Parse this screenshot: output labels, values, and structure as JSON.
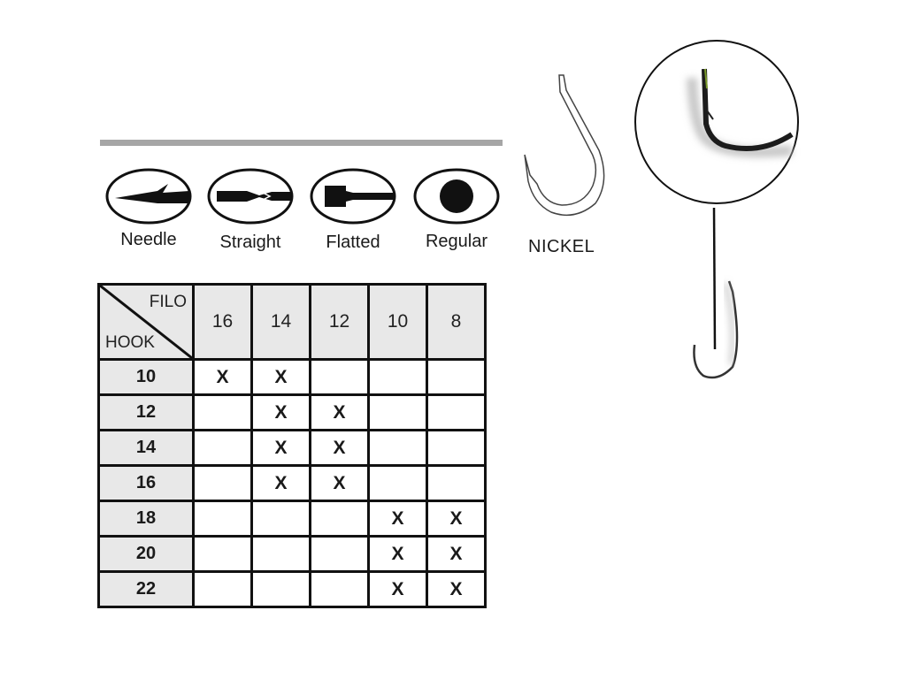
{
  "eye_types": [
    {
      "id": "needle",
      "label": "Needle"
    },
    {
      "id": "straight",
      "label": "Straight"
    },
    {
      "id": "flatted",
      "label": "Flatted"
    },
    {
      "id": "regular",
      "label": "Regular"
    }
  ],
  "finish": {
    "label": "NICKEL"
  },
  "table": {
    "corner_top": "FILO",
    "corner_bottom": "HOOK",
    "columns": [
      "16",
      "14",
      "12",
      "10",
      "8"
    ],
    "rows": [
      {
        "hook": "10",
        "cells": [
          "X",
          "X",
          "",
          "",
          ""
        ]
      },
      {
        "hook": "12",
        "cells": [
          "",
          "X",
          "X",
          "",
          ""
        ]
      },
      {
        "hook": "14",
        "cells": [
          "",
          "X",
          "X",
          "",
          ""
        ]
      },
      {
        "hook": "16",
        "cells": [
          "",
          "X",
          "X",
          "",
          ""
        ]
      },
      {
        "hook": "18",
        "cells": [
          "",
          "",
          "",
          "X",
          "X"
        ]
      },
      {
        "hook": "20",
        "cells": [
          "",
          "",
          "",
          "X",
          "X"
        ]
      },
      {
        "hook": "22",
        "cells": [
          "",
          "",
          "",
          "X",
          "X"
        ]
      }
    ]
  },
  "colors": {
    "rule": "#a6a6a6",
    "header_bg": "#e8e8e8",
    "line": "#111111"
  }
}
